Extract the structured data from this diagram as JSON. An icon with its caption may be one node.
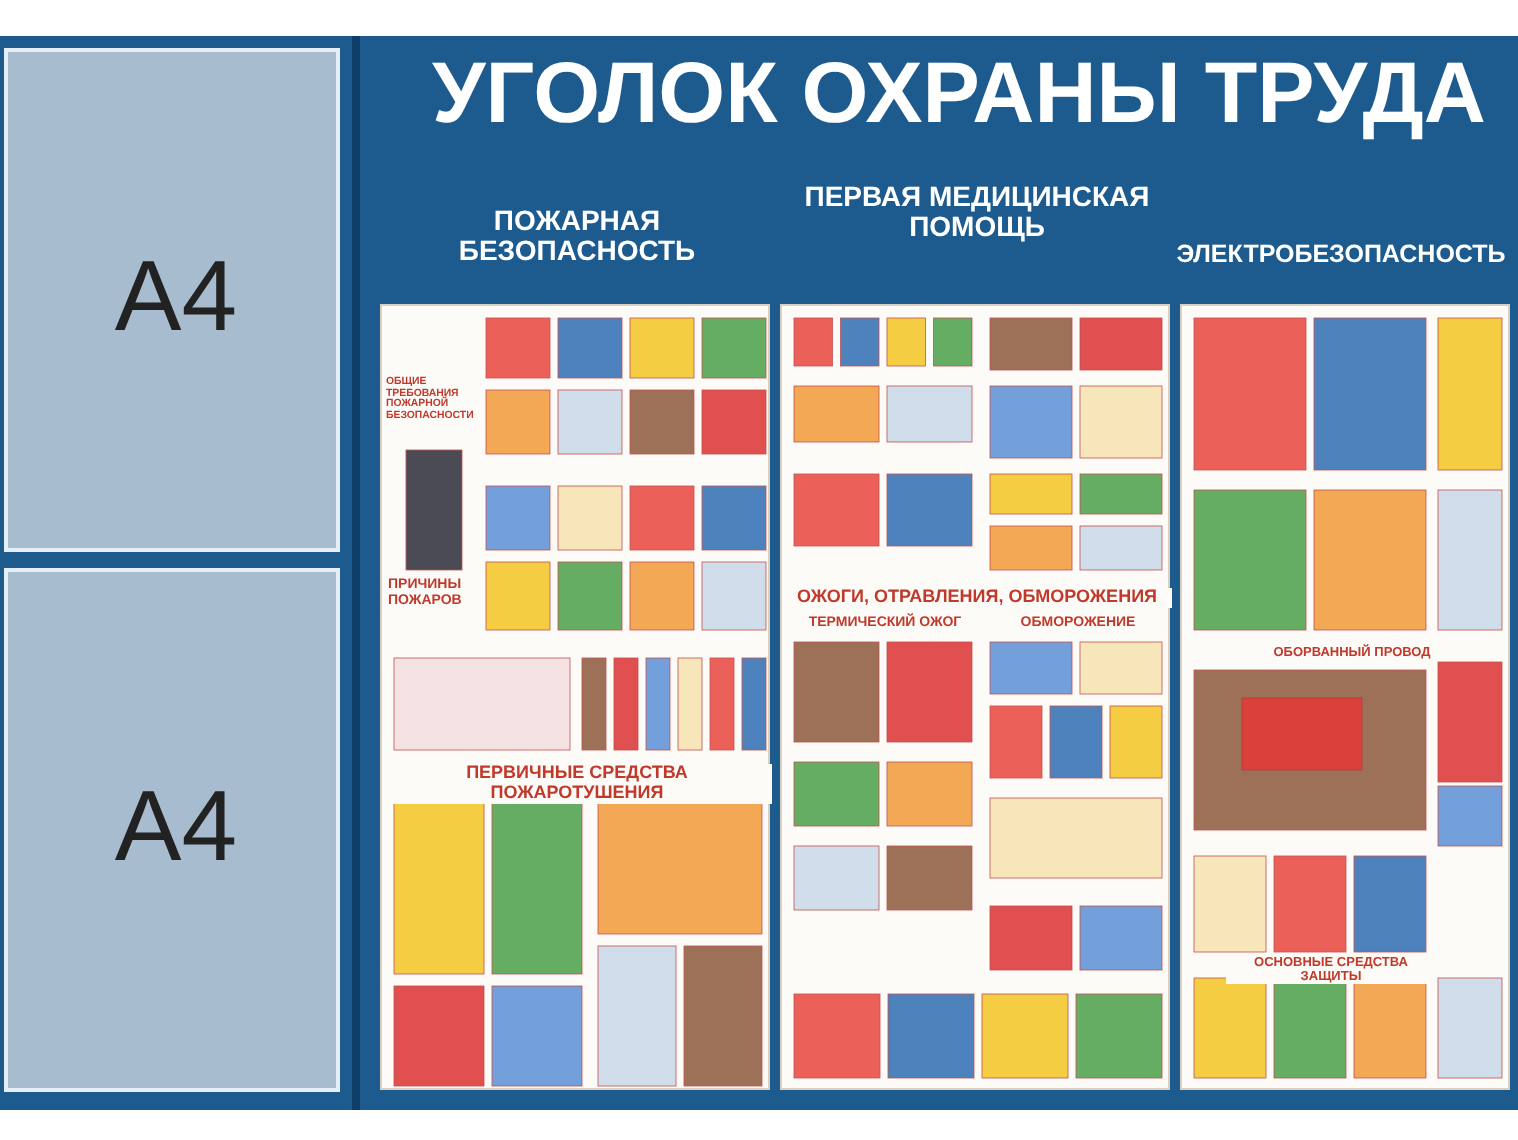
{
  "diagram": {
    "title": "УГОЛОК ОХРАНЫ ТРУДА",
    "nodes": [
      {
        "text": [
          "A4"
        ]
      },
      {
        "text": [
          "A4"
        ]
      },
      {
        "text": [
          "ПОЖАРНАЯ БЕЗОПАСНОСТЬ",
          "ОБЩИЕ ТРЕБОВАНИЯ ПОЖАРНОЙ БЕЗОПАСНОСТИ",
          "ПРИЧИНЫ ПОЖАРОВ",
          "ПЕРВИЧНЫЕ СРЕДСТВА ПОЖАРОТУШЕНИЯ"
        ]
      },
      {
        "text": [
          "ПЕРВАЯ МЕДИЦИНСКАЯ ПОМОЩЬ",
          "ОЖОГИ, ОТРАВЛЕНИЯ, ОБМОРОЖЕНИЯ",
          "ТЕРМИЧЕСКИЙ ОЖОГ",
          "ОБМОРОЖЕНИЕ"
        ]
      },
      {
        "text": [
          "ЭЛЕКТРОБЕЗОПАСНОСТЬ",
          "ОБОРВАННЫЙ ПРОВОД",
          "ОСНОВНЫЕ СРЕДСТВА ЗАЩИТЫ"
        ]
      }
    ]
  }
}
